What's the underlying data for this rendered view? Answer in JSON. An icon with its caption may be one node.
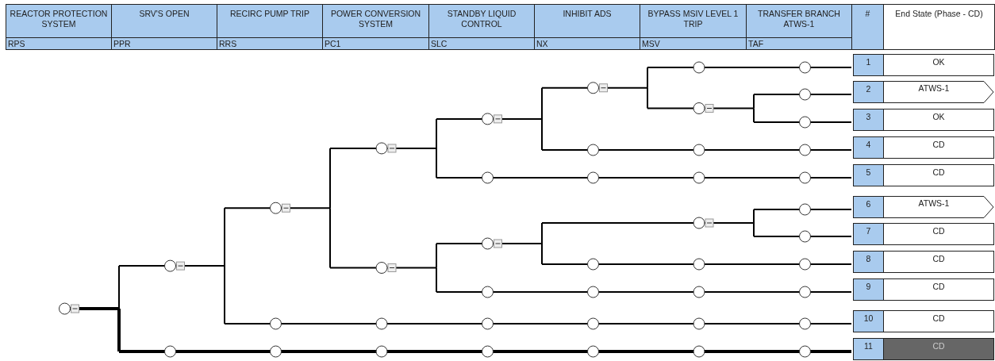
{
  "diagram": {
    "labels": [
      "REACTOR PROTECTION SYSTEM",
      "SRV'S OPEN",
      "RECIRC PUMP TRIP",
      "POWER CONVERSION SYSTEM",
      "STANDBY LIQUID CONTROL",
      "INHIBIT ADS",
      "BYPASS MSIV LEVEL 1 TRIP",
      "TRANSFER BRANCH ATWS-1",
      "#",
      "End State (Phase - CD)",
      "RPS",
      "PPR",
      "RRS",
      "PC1",
      "SLC",
      "NX",
      "MSV",
      "TAF",
      "1",
      "OK",
      "2",
      "ATWS-1",
      "3",
      "OK",
      "4",
      "CD",
      "5",
      "CD",
      "6",
      "ATWS-1",
      "7",
      "CD",
      "8",
      "CD",
      "9",
      "CD",
      "10",
      "CD",
      "11",
      "CD"
    ]
  }
}
